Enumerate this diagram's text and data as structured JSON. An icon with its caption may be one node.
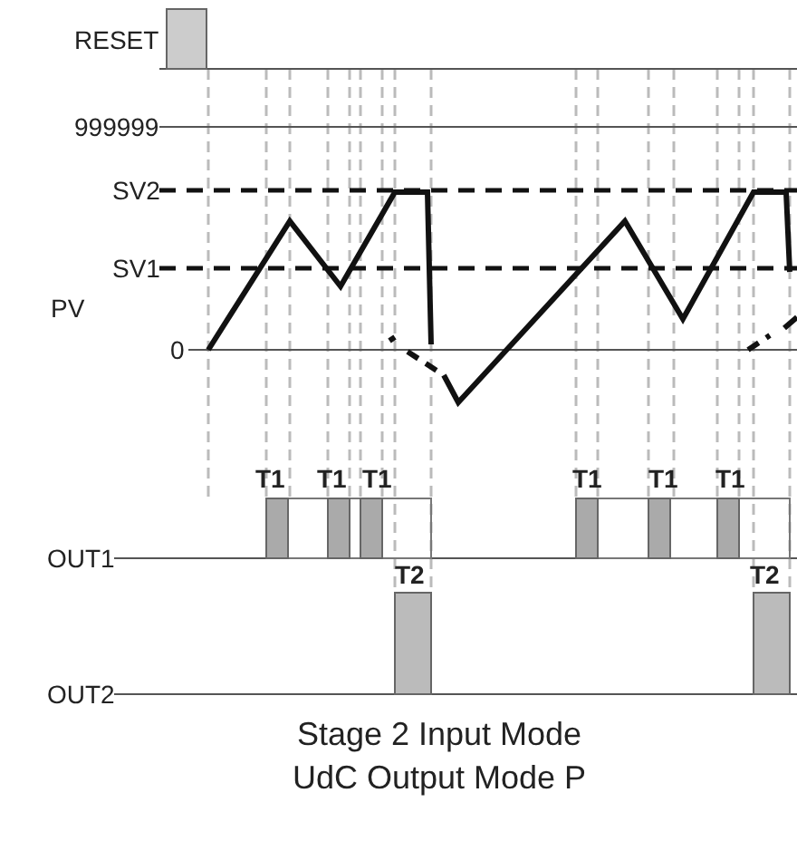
{
  "diagram": {
    "caption": "Stage 2 Input Mode UdC Output Mode P",
    "labels": [
      "RESET",
      "999999",
      "SV2",
      "SV1",
      "PV",
      "0",
      "T1",
      "T1",
      "T1",
      "T1",
      "T1",
      "T1",
      "OUT1",
      "T2",
      "T2",
      "OUT2"
    ]
  }
}
